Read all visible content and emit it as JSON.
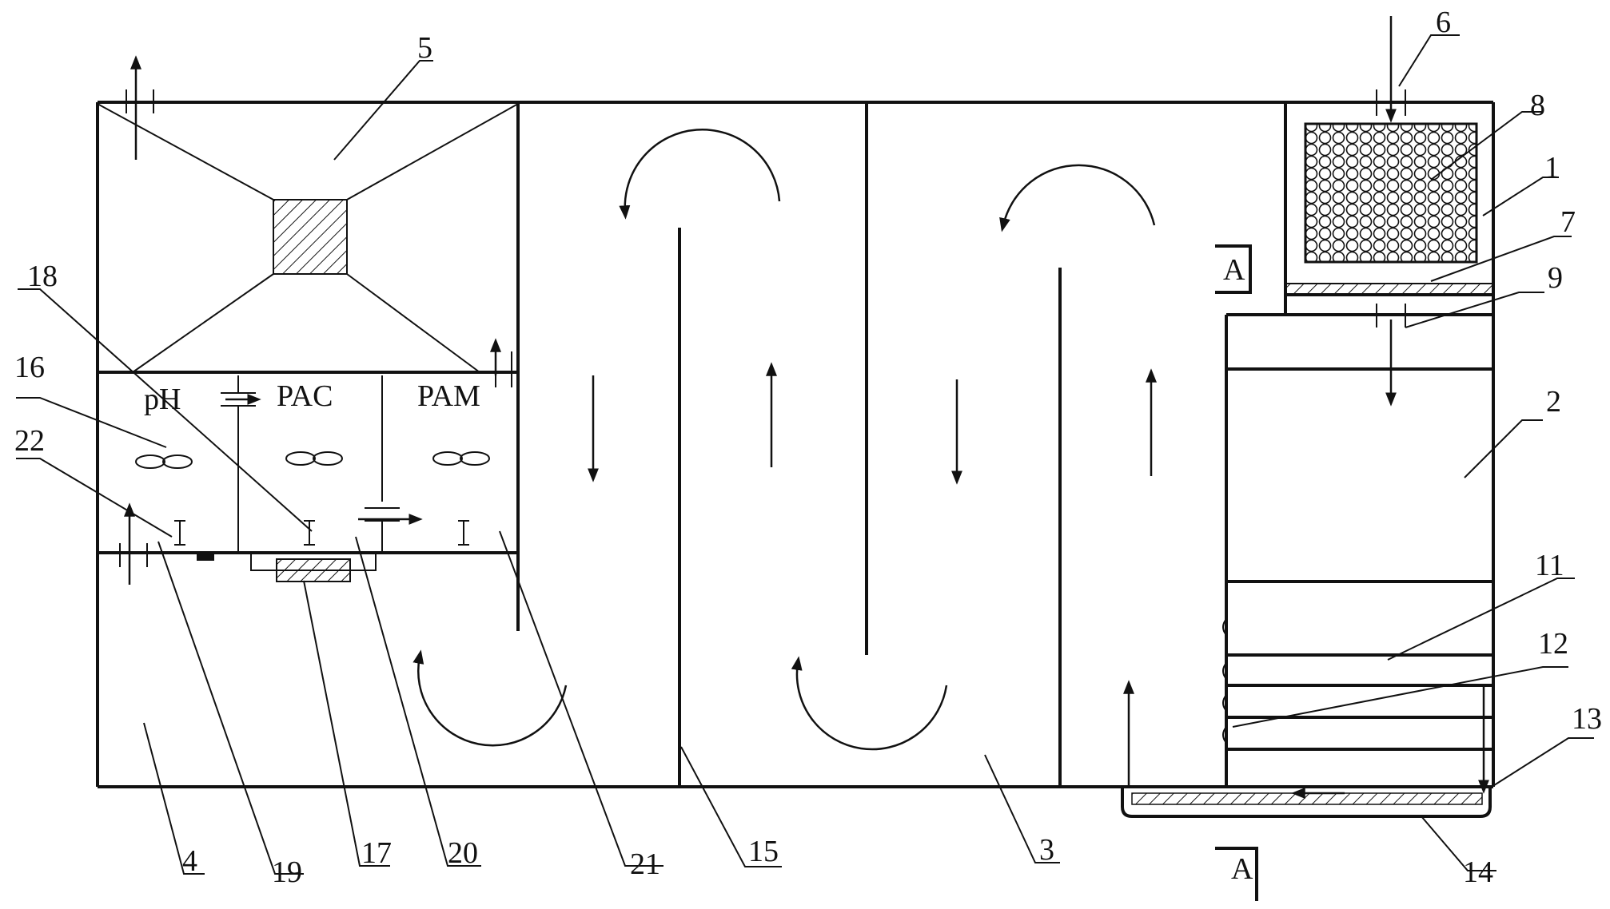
{
  "labels": {
    "l1": "1",
    "l2": "2",
    "l3": "3",
    "l4": "4",
    "l5": "5",
    "l6": "6",
    "l7": "7",
    "l8": "8",
    "l9": "9",
    "l11": "11",
    "l12": "12",
    "l13": "13",
    "l14": "14",
    "l15": "15",
    "l16": "16",
    "l17": "17",
    "l18": "18",
    "l19": "19",
    "l20": "20",
    "l21": "21",
    "l22": "22"
  },
  "chemicals": {
    "ph": "pH",
    "pac": "PAC",
    "pam": "PAM"
  },
  "section_marks": {
    "top": "A",
    "bottom": "A"
  }
}
